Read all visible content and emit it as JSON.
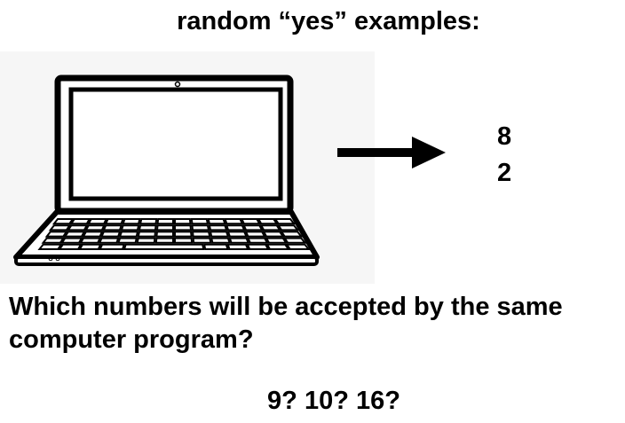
{
  "heading": "random “yes” examples:",
  "illustration": {
    "icon": "laptop-icon",
    "arrow_icon": "right-arrow-icon"
  },
  "examples": [
    "8",
    "2"
  ],
  "question": "Which numbers will be accepted by the same computer program?",
  "candidates": "9? 10? 16?"
}
